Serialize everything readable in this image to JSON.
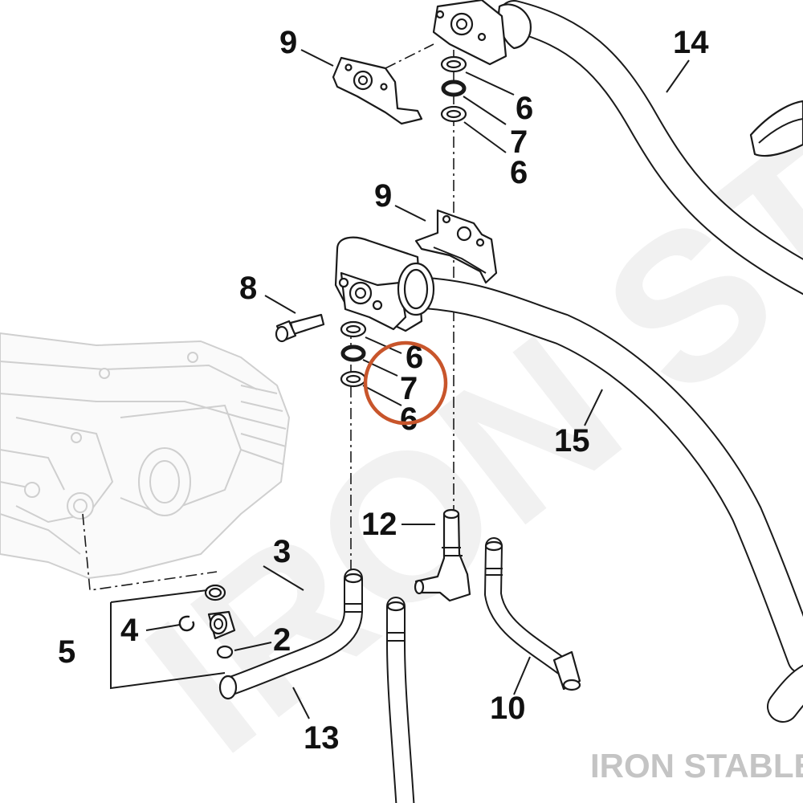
{
  "diagram": {
    "watermark": "IRON STABLE",
    "brand_label": "IRON STABLE",
    "highlight_color": "#c8552b",
    "brand_color": "#c4c4c4",
    "callouts": {
      "c1": "2",
      "c2": "3",
      "c3": "4",
      "c4": "5",
      "c5": "6",
      "c6": "7",
      "c7": "6",
      "c8": "8",
      "c9": "9",
      "c10": "6",
      "c11": "7",
      "c12": "6",
      "c13": "9",
      "c14": "10",
      "c15": "12",
      "c16": "13",
      "c17": "14",
      "c18": "15"
    }
  }
}
